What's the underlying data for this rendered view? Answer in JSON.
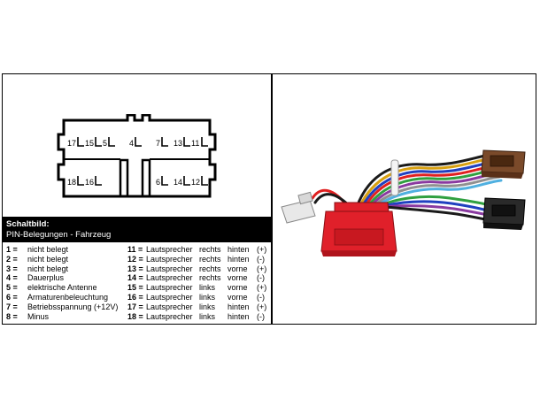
{
  "header": {
    "title": "Schaltbild:",
    "subtitle": "PIN-Belegungen - Fahrzeug"
  },
  "connector_labels": {
    "top": [
      "17",
      "15",
      "5",
      "4",
      "7",
      "13",
      "11"
    ],
    "bottom": [
      "18",
      "16",
      "6",
      "14",
      "12"
    ]
  },
  "pins_left": [
    {
      "num": "1 =",
      "desc": "nicht belegt"
    },
    {
      "num": "2 =",
      "desc": "nicht belegt"
    },
    {
      "num": "3 =",
      "desc": "nicht belegt"
    },
    {
      "num": "4 =",
      "desc": "Dauerplus"
    },
    {
      "num": "5 =",
      "desc": "elektrische Antenne"
    },
    {
      "num": "6 =",
      "desc": "Armaturenbeleuchtung"
    },
    {
      "num": "7 =",
      "desc": "Betriebsspannung (+12V)"
    },
    {
      "num": "8 =",
      "desc": "Minus"
    }
  ],
  "pins_right": [
    {
      "num": "11 =",
      "desc": "Lautsprecher",
      "side": "rechts",
      "pos": "hinten",
      "pol": "(+)"
    },
    {
      "num": "12 =",
      "desc": "Lautsprecher",
      "side": "rechts",
      "pos": "hinten",
      "pol": "(-)"
    },
    {
      "num": "13 =",
      "desc": "Lautsprecher",
      "side": "rechts",
      "pos": "vorne",
      "pol": "(+)"
    },
    {
      "num": "14 =",
      "desc": "Lautsprecher",
      "side": "rechts",
      "pos": "vorne",
      "pol": "(-)"
    },
    {
      "num": "15 =",
      "desc": "Lautsprecher",
      "side": "links",
      "pos": "vorne",
      "pol": "(+)"
    },
    {
      "num": "16 =",
      "desc": "Lautsprecher",
      "side": "links",
      "pos": "vorne",
      "pol": "(-)"
    },
    {
      "num": "17 =",
      "desc": "Lautsprecher",
      "side": "links",
      "pos": "hinten",
      "pol": "(+)"
    },
    {
      "num": "18 =",
      "desc": "Lautsprecher",
      "side": "links",
      "pos": "hinten",
      "pol": "(-)"
    }
  ],
  "colors": {
    "connector_red": "#e0202a",
    "connector_black": "#2a2a2a",
    "connector_white": "#e8e8e8",
    "connector_brown": "#7a4a2a"
  }
}
